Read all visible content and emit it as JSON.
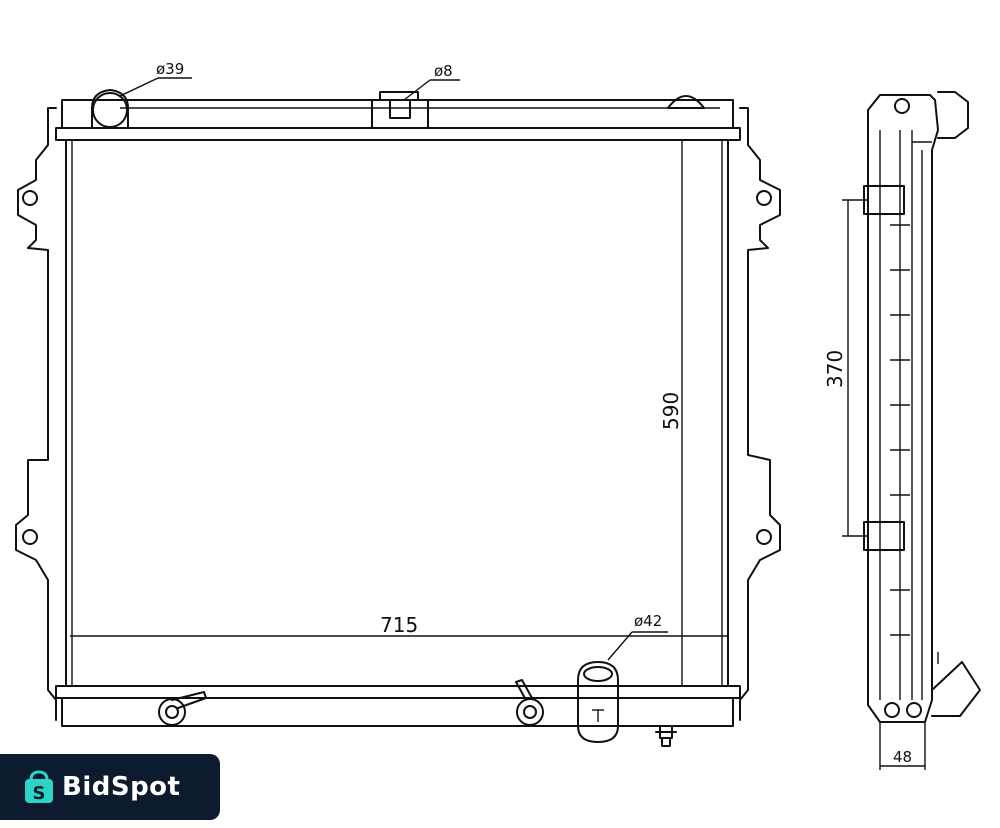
{
  "drawing": {
    "dimensions": {
      "width": "715",
      "height": "590",
      "side_height": "370",
      "depth": "48",
      "inlet_diameter": "ø39",
      "drain_diameter": "ø8",
      "outlet_diameter": "ø42"
    }
  },
  "logo": {
    "name": "BidSpot",
    "icon_letter": "S",
    "background": "#0d1b2e",
    "accent": "#2bd4c4"
  }
}
